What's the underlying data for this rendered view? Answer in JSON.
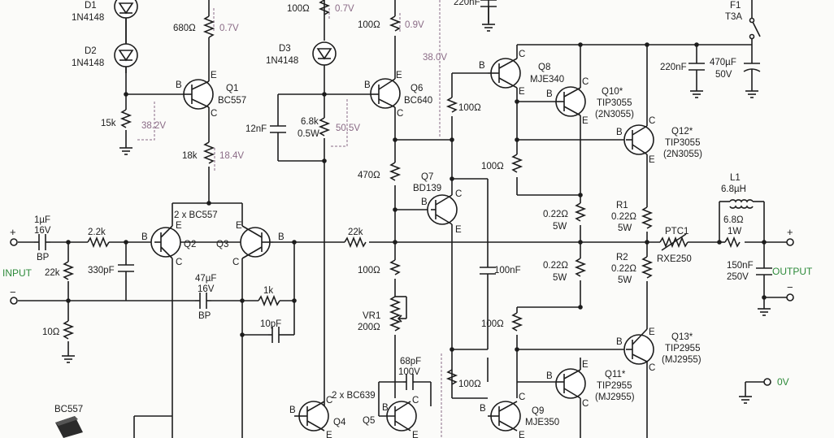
{
  "labels": [
    {
      "id": "d1",
      "text": "D1"
    },
    {
      "id": "d1p",
      "text": "1N4148"
    },
    {
      "id": "d2",
      "text": "D2"
    },
    {
      "id": "d2p",
      "text": "1N4148"
    },
    {
      "id": "r680",
      "text": "680Ω"
    },
    {
      "id": "v07a",
      "text": "0.7V"
    },
    {
      "id": "r100a",
      "text": "100Ω"
    },
    {
      "id": "v07b",
      "text": "0.7V"
    },
    {
      "id": "d3",
      "text": "D3"
    },
    {
      "id": "d3p",
      "text": "1N4148"
    },
    {
      "id": "r100b",
      "text": "100Ω"
    },
    {
      "id": "v09",
      "text": "0.9V"
    },
    {
      "id": "c220top",
      "text": "220nF"
    },
    {
      "id": "v380",
      "text": "38.0V"
    },
    {
      "id": "q1b",
      "text": "B"
    },
    {
      "id": "q1e",
      "text": "E"
    },
    {
      "id": "q1",
      "text": "Q1"
    },
    {
      "id": "q1p",
      "text": "BC557"
    },
    {
      "id": "q1c",
      "text": "C"
    },
    {
      "id": "r15k",
      "text": "15k"
    },
    {
      "id": "v382",
      "text": "38.2V"
    },
    {
      "id": "r18k",
      "text": "18k"
    },
    {
      "id": "v184",
      "text": "18.4V"
    },
    {
      "id": "c12n",
      "text": "12nF"
    },
    {
      "id": "r68k",
      "text": "6.8k"
    },
    {
      "id": "r68kw",
      "text": "0.5W"
    },
    {
      "id": "v505",
      "text": "50.5V"
    },
    {
      "id": "q6b",
      "text": "B"
    },
    {
      "id": "q6e",
      "text": "E"
    },
    {
      "id": "q6",
      "text": "Q6"
    },
    {
      "id": "q6p",
      "text": "BC640"
    },
    {
      "id": "q6c",
      "text": "C"
    },
    {
      "id": "q8c",
      "text": "C"
    },
    {
      "id": "q8",
      "text": "Q8"
    },
    {
      "id": "q8p",
      "text": "MJE340"
    },
    {
      "id": "q8b",
      "text": "B"
    },
    {
      "id": "q8e",
      "text": "E"
    },
    {
      "id": "r100c",
      "text": "100Ω"
    },
    {
      "id": "q10",
      "text": "Q10*"
    },
    {
      "id": "q10p",
      "text": "TIP3055"
    },
    {
      "id": "q10p2",
      "text": "(2N3055)"
    },
    {
      "id": "q10b",
      "text": "B"
    },
    {
      "id": "q10c",
      "text": "C"
    },
    {
      "id": "q10e",
      "text": "E"
    },
    {
      "id": "q12",
      "text": "Q12*"
    },
    {
      "id": "q12p",
      "text": "TIP3055"
    },
    {
      "id": "q12p2",
      "text": "(2N3055)"
    },
    {
      "id": "q12b",
      "text": "B"
    },
    {
      "id": "q12c",
      "text": "C"
    },
    {
      "id": "q12e",
      "text": "E"
    },
    {
      "id": "f1",
      "text": "F1"
    },
    {
      "id": "f1v",
      "text": "T3A"
    },
    {
      "id": "c220r",
      "text": "220nF"
    },
    {
      "id": "c470",
      "text": "470µF"
    },
    {
      "id": "c470v",
      "text": "50V"
    },
    {
      "id": "r470",
      "text": "470Ω"
    },
    {
      "id": "q7",
      "text": "Q7"
    },
    {
      "id": "q7p",
      "text": "BD139"
    },
    {
      "id": "q7c",
      "text": "C"
    },
    {
      "id": "q7b",
      "text": "B"
    },
    {
      "id": "q7e",
      "text": "E"
    },
    {
      "id": "r100d",
      "text": "100Ω"
    },
    {
      "id": "r022a",
      "text": "0.22Ω"
    },
    {
      "id": "r022aw",
      "text": "5W"
    },
    {
      "id": "r1",
      "text": "R1"
    },
    {
      "id": "r1v",
      "text": "0.22Ω"
    },
    {
      "id": "r1w",
      "text": "5W"
    },
    {
      "id": "l1",
      "text": "L1"
    },
    {
      "id": "l1v",
      "text": "6.8µH"
    },
    {
      "id": "r68",
      "text": "6.8Ω"
    },
    {
      "id": "r68w",
      "text": "1W"
    },
    {
      "id": "ptc",
      "text": "PTC1"
    },
    {
      "id": "ptcp",
      "text": "RXE250"
    },
    {
      "id": "outp",
      "text": "+"
    },
    {
      "id": "c150",
      "text": "150nF"
    },
    {
      "id": "c150v",
      "text": "250V"
    },
    {
      "id": "output",
      "text": "OUTPUT"
    },
    {
      "id": "q23",
      "text": "2 x BC557"
    },
    {
      "id": "q2b",
      "text": "B"
    },
    {
      "id": "q2e",
      "text": "E"
    },
    {
      "id": "q2",
      "text": "Q2"
    },
    {
      "id": "q2c",
      "text": "C"
    },
    {
      "id": "q3e",
      "text": "E"
    },
    {
      "id": "q3",
      "text": "Q3"
    },
    {
      "id": "q3b",
      "text": "B"
    },
    {
      "id": "q3c",
      "text": "C"
    },
    {
      "id": "inp",
      "text": "+"
    },
    {
      "id": "c1u",
      "text": "1µF"
    },
    {
      "id": "c1uv",
      "text": "16V"
    },
    {
      "id": "c1ubp",
      "text": "BP"
    },
    {
      "id": "r22k",
      "text": "2.2k"
    },
    {
      "id": "c330",
      "text": "330pF"
    },
    {
      "id": "input",
      "text": "INPUT"
    },
    {
      "id": "r22kb",
      "text": "22k"
    },
    {
      "id": "inm",
      "text": "−"
    },
    {
      "id": "r10",
      "text": "10Ω"
    },
    {
      "id": "r22kf",
      "text": "22k"
    },
    {
      "id": "c47",
      "text": "47µF"
    },
    {
      "id": "c47v",
      "text": "16V"
    },
    {
      "id": "c47bp",
      "text": "BP"
    },
    {
      "id": "r1k",
      "text": "1k"
    },
    {
      "id": "c10p",
      "text": "10pF"
    },
    {
      "id": "r100e",
      "text": "100Ω"
    },
    {
      "id": "vr1",
      "text": "VR1"
    },
    {
      "id": "vr1v",
      "text": "200Ω"
    },
    {
      "id": "c100n",
      "text": "100nF"
    },
    {
      "id": "r022b",
      "text": "0.22Ω"
    },
    {
      "id": "r022bw",
      "text": "5W"
    },
    {
      "id": "r2",
      "text": "R2"
    },
    {
      "id": "r2v",
      "text": "0.22Ω"
    },
    {
      "id": "r2w",
      "text": "5W"
    },
    {
      "id": "outm",
      "text": "−"
    },
    {
      "id": "r100f",
      "text": "100Ω"
    },
    {
      "id": "q13",
      "text": "Q13*"
    },
    {
      "id": "q13p",
      "text": "TIP2955"
    },
    {
      "id": "q13p2",
      "text": "(MJ2955)"
    },
    {
      "id": "q13b",
      "text": "B"
    },
    {
      "id": "q13e",
      "text": "E"
    },
    {
      "id": "q13c",
      "text": "C"
    },
    {
      "id": "c68p",
      "text": "68pF"
    },
    {
      "id": "c68pv",
      "text": "100V"
    },
    {
      "id": "q45",
      "text": "2 x BC639"
    },
    {
      "id": "r100g",
      "text": "100Ω"
    },
    {
      "id": "q11",
      "text": "Q11*"
    },
    {
      "id": "q11p",
      "text": "TIP2955"
    },
    {
      "id": "q11p2",
      "text": "(MJ2955)"
    },
    {
      "id": "q11b",
      "text": "B"
    },
    {
      "id": "q11e",
      "text": "E"
    },
    {
      "id": "q11c",
      "text": "C"
    },
    {
      "id": "v0",
      "text": "0V"
    },
    {
      "id": "bc557",
      "text": "BC557"
    },
    {
      "id": "q4b",
      "text": "B"
    },
    {
      "id": "q4c",
      "text": "C"
    },
    {
      "id": "q4",
      "text": "Q4"
    },
    {
      "id": "q4e",
      "text": "E"
    },
    {
      "id": "q5",
      "text": "Q5"
    },
    {
      "id": "q5c",
      "text": "C"
    },
    {
      "id": "q5b",
      "text": "B"
    },
    {
      "id": "q5e",
      "text": "E"
    },
    {
      "id": "q9c",
      "text": "C"
    },
    {
      "id": "q9b",
      "text": "B"
    },
    {
      "id": "q9",
      "text": "Q9"
    },
    {
      "id": "q9p",
      "text": "MJE350"
    },
    {
      "id": "q9e",
      "text": "E"
    }
  ]
}
